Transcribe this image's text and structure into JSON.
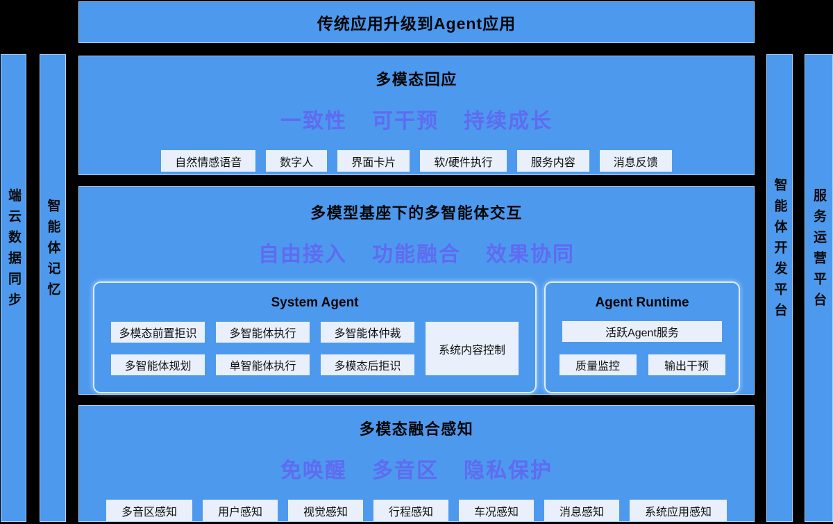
{
  "colors": {
    "background": "#000000",
    "panel_blue": "#4D99EE",
    "chip_bg": "#E9F0FB",
    "keyword_text": "#5F6BF0",
    "title_text": "#050505",
    "sub_panel_border": "#EEF6FF"
  },
  "banner": {
    "title": "传统应用升级到Agent应用"
  },
  "side_bars": {
    "left_outer": "端云数据同步",
    "left_inner": "智能体记忆",
    "right_inner": "智能体开发平台",
    "right_outer": "服务运营平台"
  },
  "sections": [
    {
      "title": "多模态回应",
      "keywords": [
        "一致性",
        "可干预",
        "持续成长"
      ],
      "chips": [
        "自然情感语音",
        "数字人",
        "界面卡片",
        "软/硬件执行",
        "服务内容",
        "消息反馈"
      ]
    },
    {
      "title": "多模型基座下的多智能体交互",
      "keywords": [
        "自由接入",
        "功能融合",
        "效果协同"
      ],
      "system_agent": {
        "title": "System Agent",
        "row1": [
          "多模态前置拒识",
          "多智能体执行",
          "多智能体仲裁"
        ],
        "row2": [
          "多智能体规划",
          "单智能体执行",
          "多模态后拒识"
        ],
        "side_chip": "系统内容控制"
      },
      "agent_runtime": {
        "title": "Agent Runtime",
        "wide_chip": "活跃Agent服务",
        "chips": [
          "质量监控",
          "输出干预"
        ]
      }
    },
    {
      "title": "多模态融合感知",
      "keywords": [
        "免唤醒",
        "多音区",
        "隐私保护"
      ],
      "chips": [
        "多音区感知",
        "用户感知",
        "视觉感知",
        "行程感知",
        "车况感知",
        "消息感知",
        "系统应用感知"
      ]
    }
  ]
}
